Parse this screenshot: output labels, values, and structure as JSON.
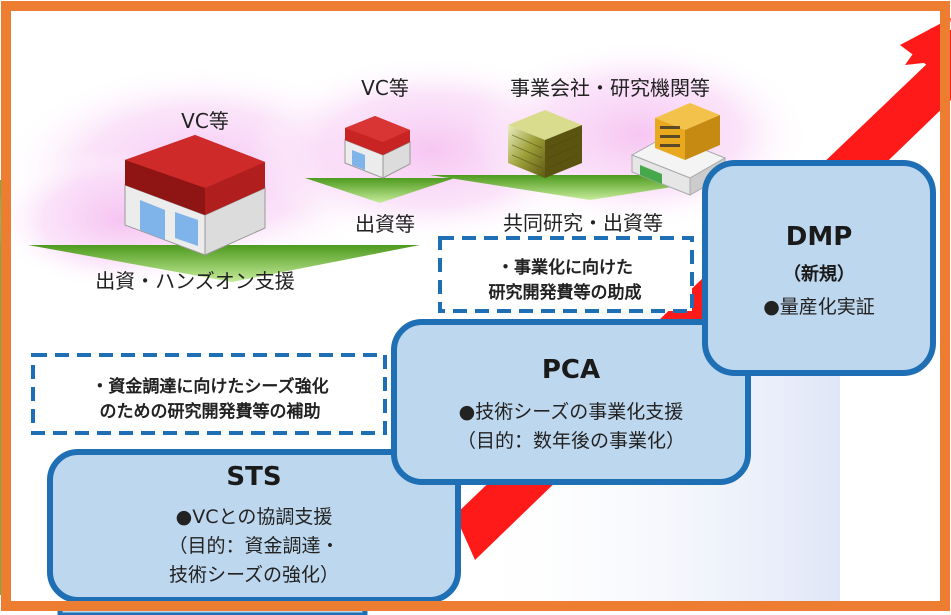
{
  "colors": {
    "frame": "#ed7d31",
    "arrow": "#ff1a1a",
    "box_border": "#1f6fb5",
    "box_fill": "#bdd7ee",
    "funnel": "#8fcf3c",
    "pink": "#f7c6f3"
  },
  "investors": {
    "left_label": "VC等",
    "middle_label": "VC等",
    "right_label": "事業会社・研究機関等"
  },
  "flows": {
    "left": "出資・ハンズオン支援",
    "middle": "出資等",
    "right": "共同研究・出資等"
  },
  "notes": {
    "sts_note": [
      "・資金調達に向けたシーズ強化",
      "のための研究開発費等の補助"
    ],
    "pca_note": [
      "・事業化に向けた",
      "研究開発費等の助成"
    ]
  },
  "stages": {
    "sts": {
      "title": "STS",
      "lines": [
        "●VCとの協調支援",
        "（目的：資金調達・",
        "技術シーズの強化）"
      ]
    },
    "pca": {
      "title": "PCA",
      "lines": [
        "●技術シーズの事業化支援",
        "（目的：数年後の事業化）"
      ]
    },
    "dmp": {
      "title": "DMP",
      "subtitle": "（新規）",
      "lines": [
        "●量産化実証"
      ]
    }
  },
  "icons": [
    "red-warehouse-icon",
    "small-red-warehouse-icon",
    "office-tower-icon",
    "research-building-icon"
  ]
}
